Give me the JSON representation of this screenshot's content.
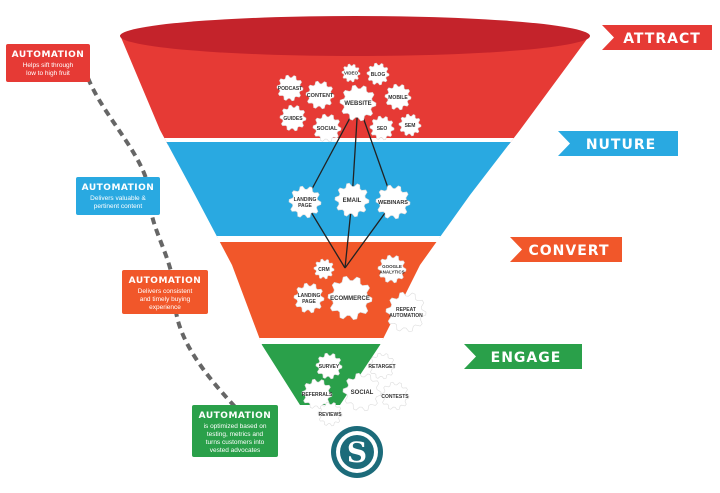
{
  "colors": {
    "attract": "#e63a35",
    "attract_rim": "#c4232b",
    "nurture": "#29a9e1",
    "convert": "#f1572a",
    "engage": "#2aa04a",
    "logo": "#1c6b7a"
  },
  "stages": {
    "attract": "ATTRACT",
    "nurture": "NUTURE",
    "convert": "CONVERT",
    "engage": "ENGAGE"
  },
  "automation": [
    {
      "title": "AUTOMATION",
      "lines": [
        "Helps sift through",
        "low to high fruit"
      ]
    },
    {
      "title": "AUTOMATION",
      "lines": [
        "Delivers valuable &",
        "pertinent content"
      ]
    },
    {
      "title": "AUTOMATION",
      "lines": [
        "Delivers consistent",
        "and timely buying",
        "experience"
      ]
    },
    {
      "title": "AUTOMATION",
      "lines": [
        "is optimized based on",
        "testing, metrics and",
        "turns customers into",
        "vested advocates"
      ]
    }
  ],
  "gears": {
    "attract": [
      "VIDEO",
      "BLOG",
      "PODCAST",
      "CONTENT",
      "WEBSITE",
      "MOBILE",
      "GUIDES",
      "SOCIAL",
      "SEO",
      "SEM"
    ],
    "nurture": [
      "LANDING PAGE",
      "EMAIL",
      "WEBINARS"
    ],
    "convert": [
      "CRM",
      "GOOGLE ANALYTICS",
      "LANDING PAGE",
      "ECOMMERCE",
      "REPEAT AUTOMATION"
    ],
    "engage": [
      "SURVEY",
      "RETARGET",
      "REFERRALS",
      "SOCIAL",
      "CONTESTS",
      "REVIEWS"
    ]
  },
  "logo_glyph": "S"
}
